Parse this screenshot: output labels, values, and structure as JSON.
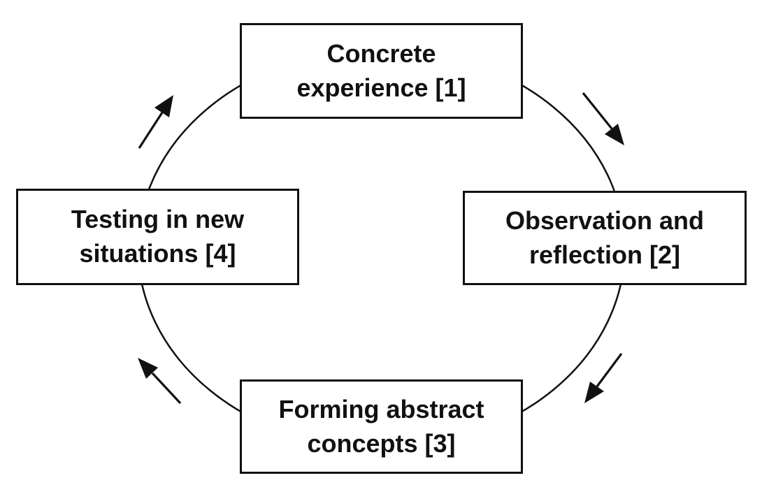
{
  "diagram": {
    "type": "cycle",
    "direction": "clockwise",
    "nodes": [
      {
        "step": 1,
        "position": "top",
        "label": "Concrete experience [1]",
        "lines": [
          "Concrete",
          "experience [1]"
        ]
      },
      {
        "step": 2,
        "position": "right",
        "label": "Observation and reflection [2]",
        "lines": [
          "Observation and",
          "reflection [2]"
        ]
      },
      {
        "step": 3,
        "position": "bottom",
        "label": "Forming abstract concepts [3]",
        "lines": [
          "Forming abstract",
          "concepts [3]"
        ]
      },
      {
        "step": 4,
        "position": "left",
        "label": "Testing in new situations [4]",
        "lines": [
          "Testing in new",
          "situations [4]"
        ]
      }
    ],
    "arrows": [
      {
        "from_step": 4,
        "to_step": 1,
        "location": "top-left"
      },
      {
        "from_step": 1,
        "to_step": 2,
        "location": "top-right"
      },
      {
        "from_step": 2,
        "to_step": 3,
        "location": "bottom-right"
      },
      {
        "from_step": 3,
        "to_step": 4,
        "location": "bottom-left"
      }
    ],
    "colors": {
      "stroke": "#111111",
      "text": "#111111",
      "box_fill": "#ffffff",
      "background": "#ffffff"
    }
  }
}
